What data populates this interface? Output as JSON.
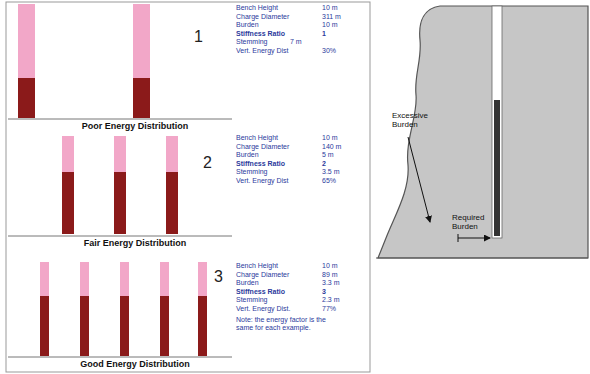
{
  "diagram": {
    "labels": [
      "Bench Height",
      "10 m",
      "Charge Diameter",
      "311 m",
      "Burden",
      "10 m",
      "Stiffness Ratio",
      "1",
      "Stemming",
      "7 m",
      "Vert. Energy Dist",
      "30%",
      "1",
      "Poor Energy Distribution",
      "Bench Height",
      "10 m",
      "Charge Diameter",
      "140 m",
      "Burden",
      "5 m",
      "Stiffness Ratio",
      "2",
      "Stemming",
      "3.5 m",
      "Vert. Energy Dist",
      "65%",
      "2",
      "Fair Energy Distribution",
      "Bench Height",
      "10 m",
      "Charge Diameter",
      "89 m",
      "Burden",
      "3.3 m",
      "Stiffness Ratio",
      "3",
      "Stemming",
      "2.3 m",
      "Vert. Energy Dist.",
      "77%",
      "Note: the energy factor is the same for each example.",
      "3",
      "Good Energy Distribution",
      "Excessive Burden",
      "Required Burden"
    ]
  }
}
